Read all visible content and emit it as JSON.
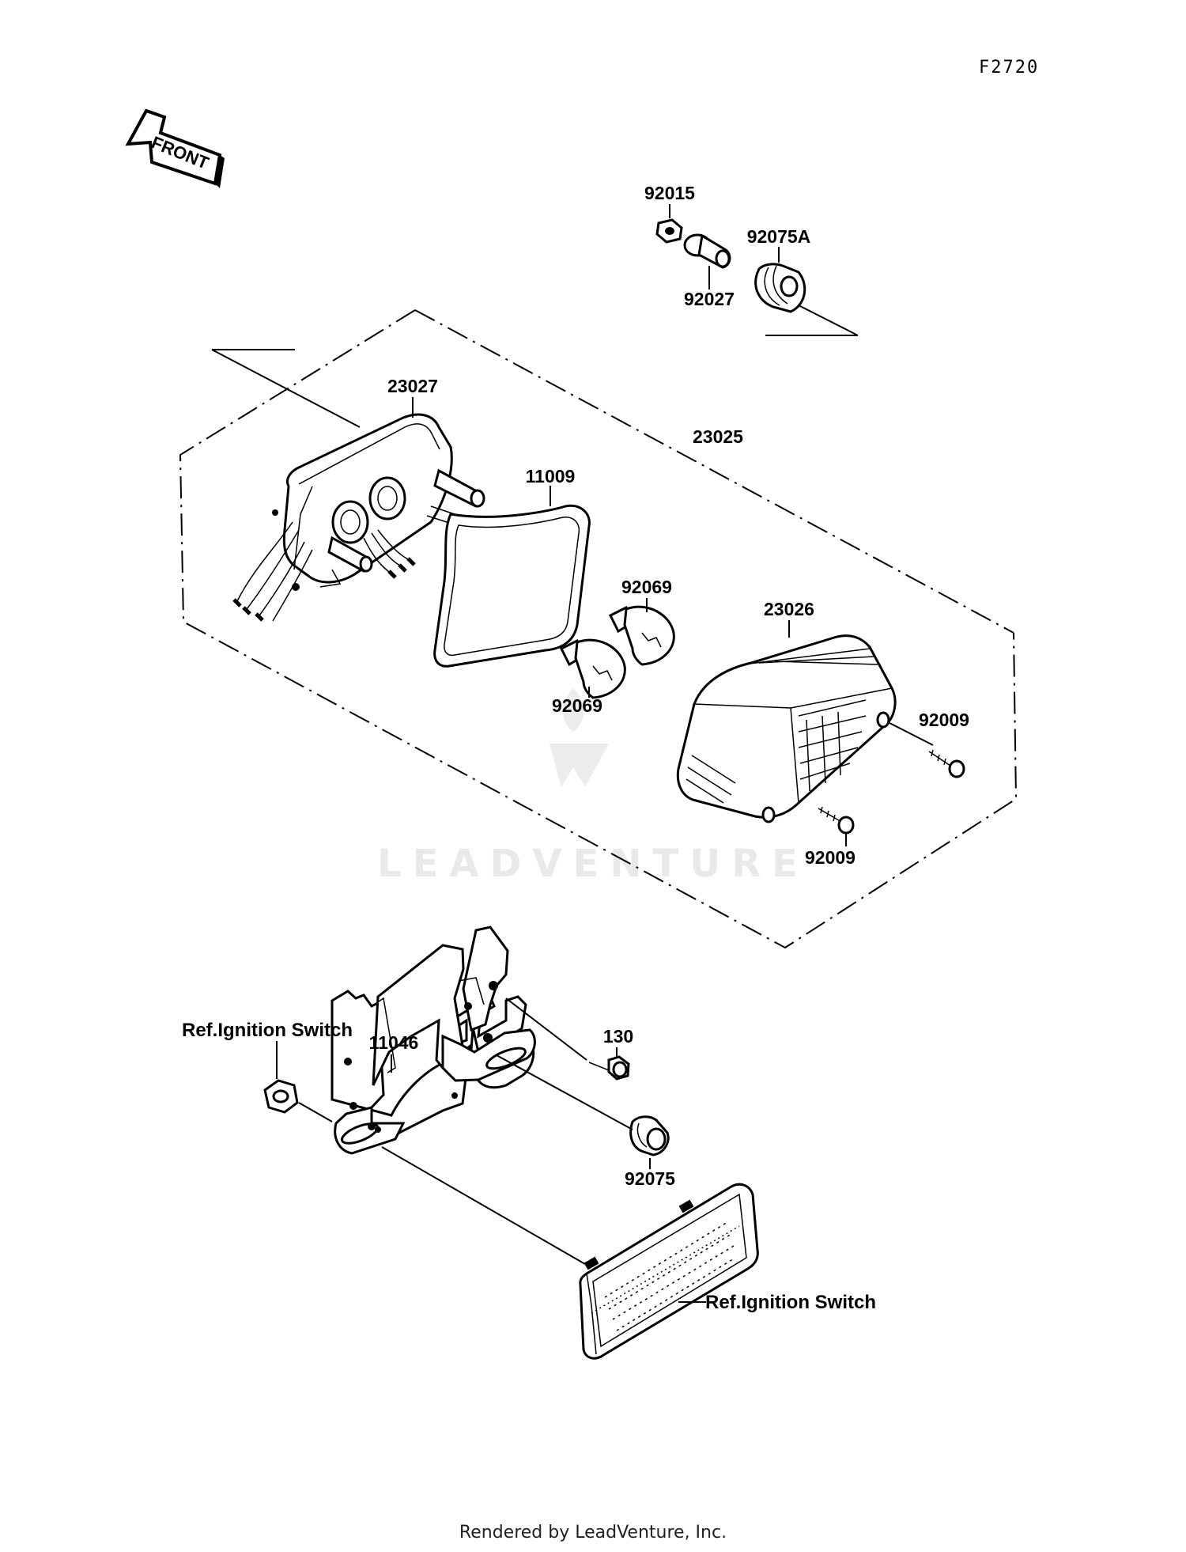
{
  "diagram_code": "F2720",
  "front_arrow_label": "FRONT",
  "parts": {
    "p92015": "92015",
    "p92027": "92027",
    "p92075A": "92075A",
    "p23027": "23027",
    "p23025": "23025",
    "p11009": "11009",
    "p92069_upper": "92069",
    "p92069_lower": "92069",
    "p23026": "23026",
    "p92009_right": "92009",
    "p92009_lower": "92009",
    "p11046": "11046",
    "p130": "130",
    "p92075": "92075"
  },
  "references": {
    "ref_nut": "Ref.Ignition Switch",
    "ref_reflector": "Ref.Ignition Switch"
  },
  "watermark": "LEADVENTURE",
  "footer": "Rendered by LeadVenture, Inc."
}
